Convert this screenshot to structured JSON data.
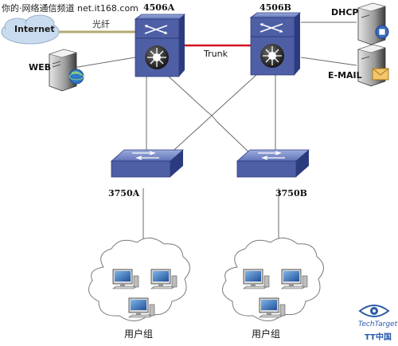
{
  "watermark": {
    "text": "你的·网络通信频道 net.it168.com"
  },
  "labels": {
    "internet": "Internet",
    "fiber": "光纤",
    "web": "WEB",
    "dhcp": "DHCP",
    "email": "E-MAIL",
    "core_a": "4506A",
    "core_b": "4506B",
    "trunk": "Trunk",
    "access_a": "3750A",
    "access_b": "3750B",
    "group_a": "用户组",
    "group_b": "用户组"
  },
  "logo": {
    "brand": "TechTarget",
    "sub": "TT中国"
  },
  "colors": {
    "switch_body": "#4f5fa5",
    "switch_dark": "#2c3b7e",
    "switch_light": "#8ea0d8",
    "trunk_line": "#d01020",
    "fiber_line": "#b5a872",
    "link_line": "#6b6b6b",
    "cloud_fill": "#ffffff",
    "internet_cloud": "#c9dbee"
  },
  "icons": [
    "internet-cloud-icon",
    "web-server-icon",
    "dhcp-server-icon",
    "email-server-icon",
    "core-switch-icon",
    "access-switch-icon",
    "workstation-icon",
    "techtarget-eye-icon"
  ]
}
